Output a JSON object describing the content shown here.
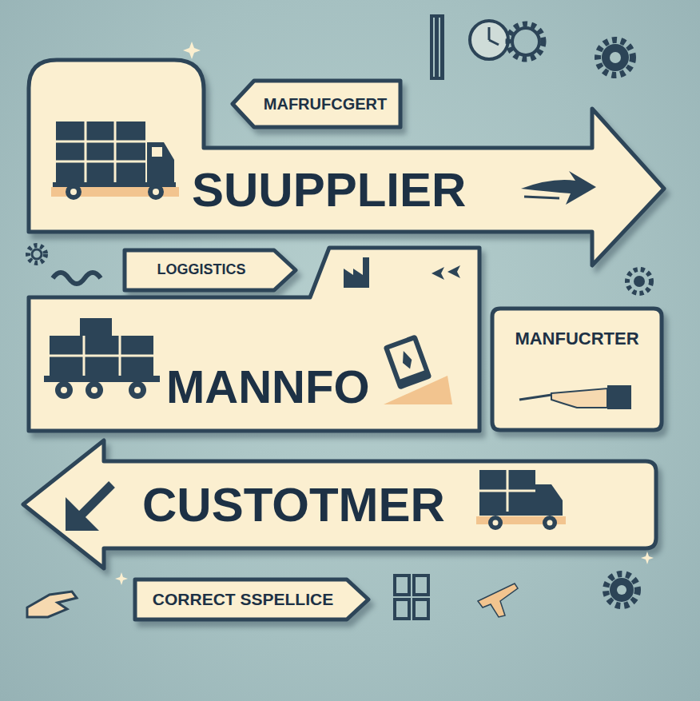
{
  "diagram": {
    "nodes": [
      {
        "text": [
          "MAFRUFCGERT"
        ]
      },
      {
        "text": [
          "SUUPPLIER"
        ]
      },
      {
        "text": [
          "LOGGISTICS"
        ]
      },
      {
        "text": [
          "MANNFO"
        ]
      },
      {
        "text": [
          "MANFUCRTER"
        ]
      },
      {
        "text": [
          "CUSTOTMER"
        ]
      },
      {
        "text": [
          "CORRECT SSPELLICE"
        ]
      }
    ]
  }
}
